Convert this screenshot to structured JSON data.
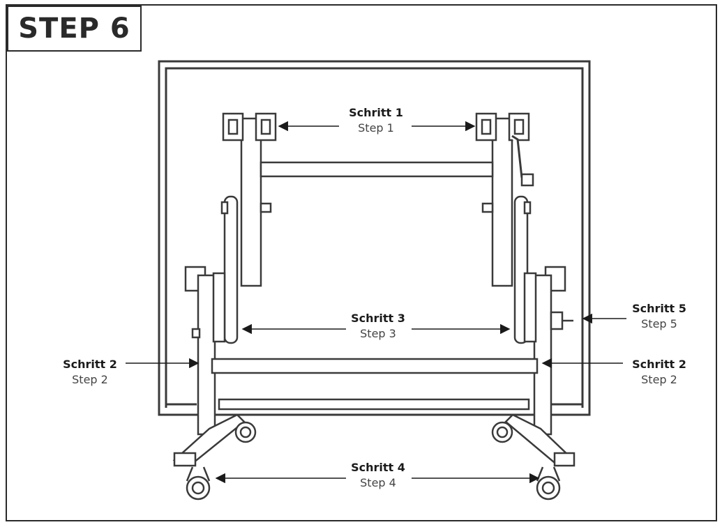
{
  "header": {
    "title": "STEP 6"
  },
  "callouts": {
    "step1": {
      "de": "Schritt 1",
      "en": "Step 1"
    },
    "step2_left": {
      "de": "Schritt 2",
      "en": "Step 2"
    },
    "step2_right": {
      "de": "Schritt 2",
      "en": "Step 2"
    },
    "step3": {
      "de": "Schritt 3",
      "en": "Step 3"
    },
    "step4": {
      "de": "Schritt 4",
      "en": "Step 4"
    },
    "step5": {
      "de": "Schritt 5",
      "en": "Step 5"
    }
  }
}
